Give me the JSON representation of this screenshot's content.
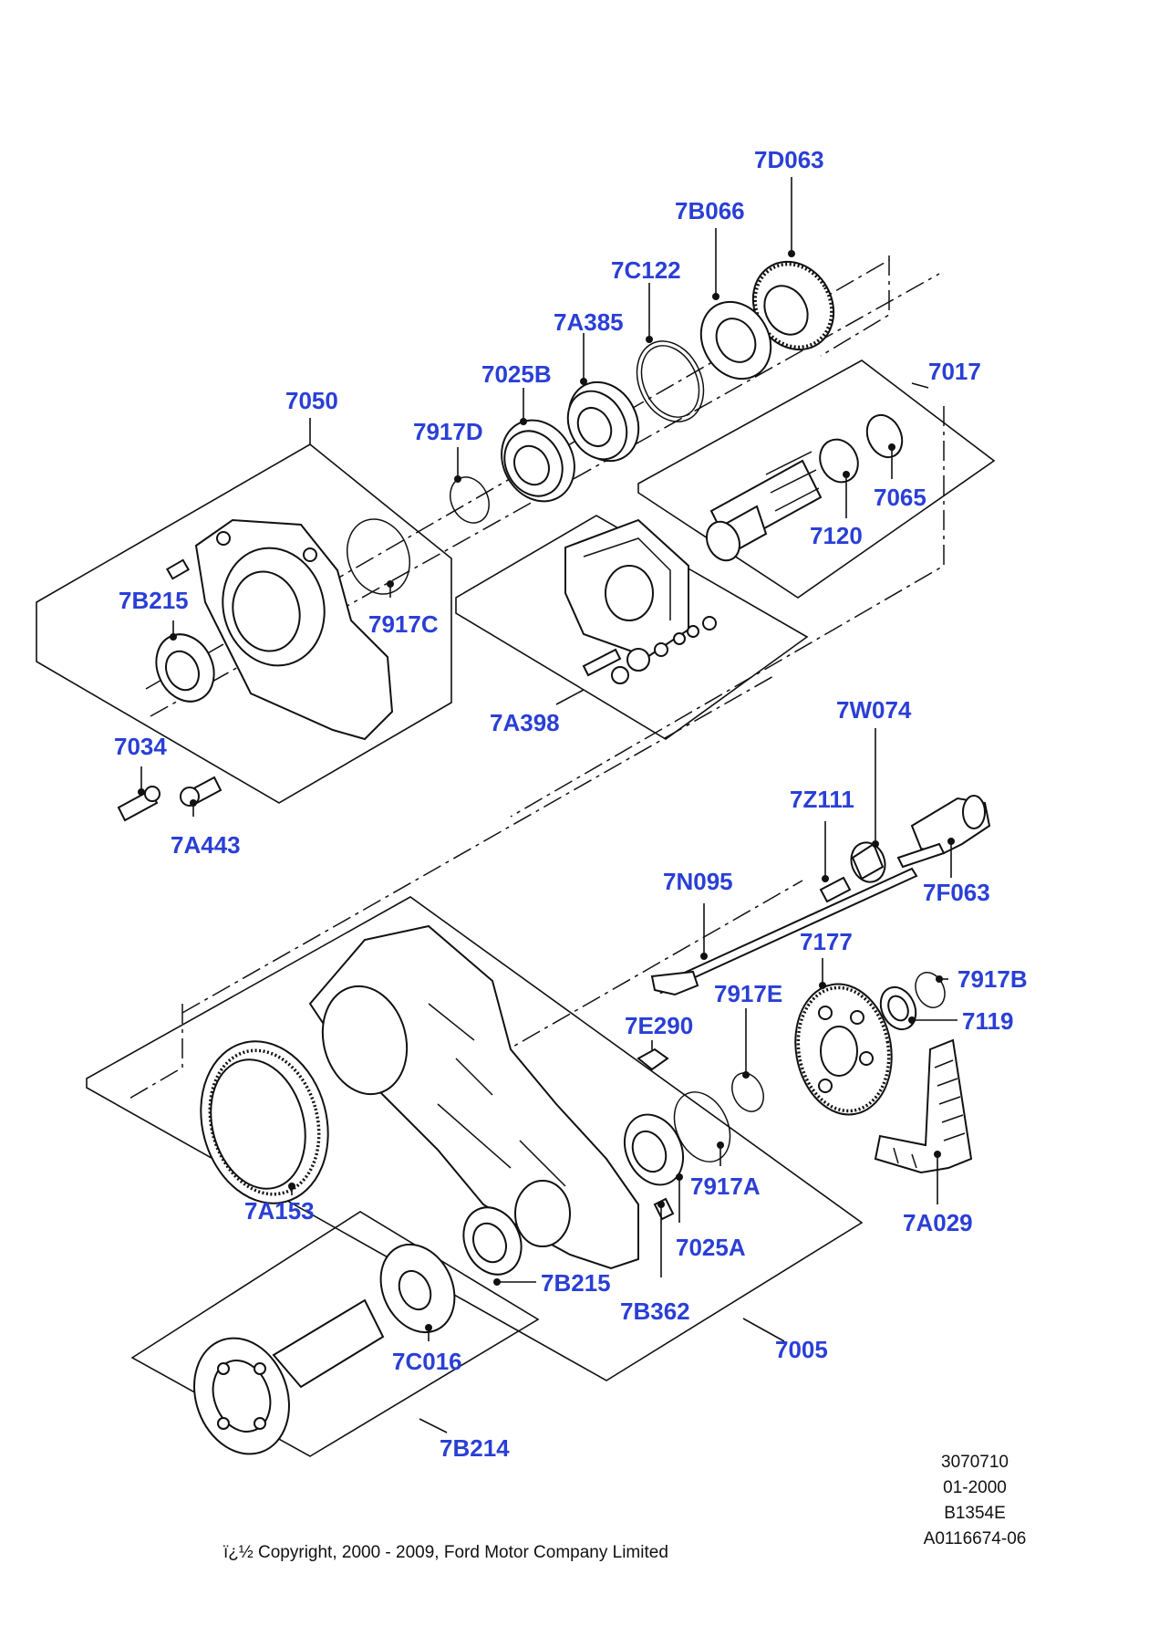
{
  "labels": {
    "p7D063": "7D063",
    "p7B066": "7B066",
    "p7C122": "7C122",
    "p7A385": "7A385",
    "p7025B": "7025B",
    "p7017": "7017",
    "p7050": "7050",
    "p7917D": "7917D",
    "p7065": "7065",
    "p7120": "7120",
    "p7B215_top": "7B215",
    "p7917C": "7917C",
    "p7A398": "7A398",
    "p7034": "7034",
    "p7A443": "7A443",
    "p7W074": "7W074",
    "p7Z111": "7Z111",
    "p7F063": "7F063",
    "p7N095": "7N095",
    "p7177": "7177",
    "p7917B": "7917B",
    "p7917E": "7917E",
    "p7119": "7119",
    "p7E290": "7E290",
    "p7A153": "7A153",
    "p7917A": "7917A",
    "p7A029": "7A029",
    "p7025A": "7025A",
    "p7B215_bottom": "7B215",
    "p7B362": "7B362",
    "p7C016": "7C016",
    "p7005": "7005",
    "p7B214": "7B214"
  },
  "footer": {
    "ref_1": "3070710",
    "ref_2": "01-2000",
    "ref_3": "B1354E",
    "ref_4": "A0116674-06",
    "copyright": "ï¿½ Copyright, 2000 - 2009, Ford Motor Company Limited"
  },
  "colors": {
    "label": "#2a3fd6",
    "line": "#111111",
    "background": "#ffffff"
  }
}
